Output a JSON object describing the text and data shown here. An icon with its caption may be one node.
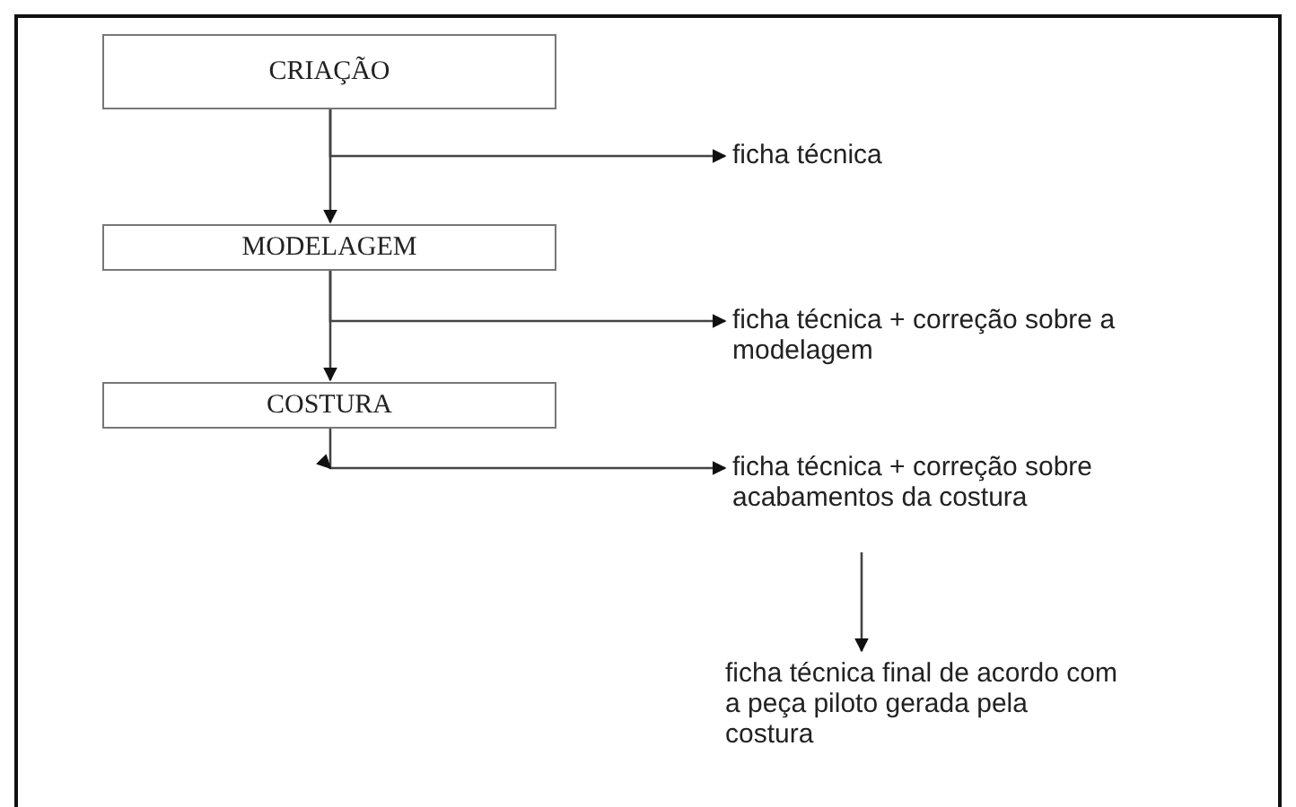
{
  "diagram": {
    "nodes": [
      {
        "text": [
          "CRIAÇÃO"
        ]
      },
      {
        "text": [
          "MODELAGEM"
        ]
      },
      {
        "text": [
          "COSTURA"
        ]
      },
      {
        "text": [
          "ficha técnica"
        ]
      },
      {
        "text": [
          "ficha técnica + correção sobre a modelagem"
        ]
      },
      {
        "text": [
          "ficha técnica + correção sobre acabamentos da costura"
        ]
      },
      {
        "text": [
          "ficha técnica final de acordo com a peça piloto gerada pela costura"
        ]
      }
    ],
    "edges": [
      {
        "from": 0,
        "to": 1,
        "arrow": "to"
      },
      {
        "from": 0,
        "to": 3,
        "arrow": "to"
      },
      {
        "from": 1,
        "to": 2,
        "arrow": "to"
      },
      {
        "from": 1,
        "to": 4,
        "arrow": "to"
      },
      {
        "from": 2,
        "to": 5,
        "arrow": "to"
      },
      {
        "from": 5,
        "to": 6,
        "arrow": "to"
      }
    ]
  }
}
